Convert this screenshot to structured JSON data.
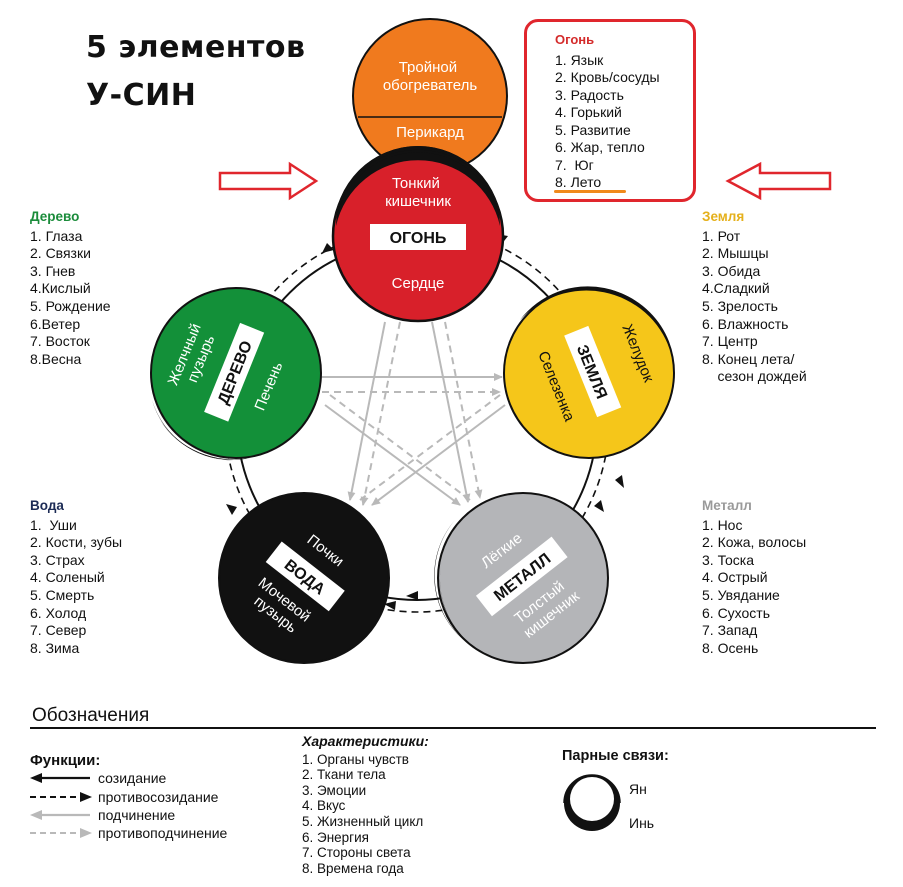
{
  "title": {
    "line1": "5 элементов",
    "line2": "У-СИН"
  },
  "colors": {
    "fire": "#d8202a",
    "fire_top": "#f07a1e",
    "earth": "#f5c61a",
    "metal": "#b4b5b8",
    "water": "#111111",
    "wood": "#139039",
    "fire_box": "#e0262d",
    "fire_heading": "#d42b2b",
    "earth_heading": "#e5b01b",
    "wood_heading": "#1b8c3b",
    "water_heading": "#1c2b55",
    "metal_heading": "#9a9a9a",
    "arrow_red": "#e0262d",
    "solid_arrow": "#111111",
    "gray_arrow": "#b9b9b9"
  },
  "elements": {
    "fire": {
      "label": "ОГОНЬ",
      "yang": "Тонкий кишечник",
      "yin": "Сердце"
    },
    "top": {
      "upper": "Тройной обогреватель",
      "lower": "Перикард"
    },
    "earth": {
      "label": "ЗЕМЛЯ",
      "yang": "Желудок",
      "yin": "Селезенка"
    },
    "metal": {
      "label": "МЕТАЛЛ",
      "yang": "Толстый кишечник",
      "yin": "Лёгкие"
    },
    "water": {
      "label": "ВОДА",
      "yang": "Мочевой пузырь",
      "yin": "Почки"
    },
    "wood": {
      "label": "ДЕРЕВО",
      "yang": "Желчный пузырь",
      "yin": "Печень"
    }
  },
  "lists": {
    "fire": {
      "heading": "Огонь",
      "items": [
        "1. Язык",
        "2. Кровь/сосуды",
        "3. Радость",
        "4. Горький",
        "5. Развитие",
        "6. Жар, тепло",
        "7.  Юг",
        "8. Лето"
      ]
    },
    "wood": {
      "heading": "Дерево",
      "items": [
        "1. Глаза",
        "2. Связки",
        "3. Гнев",
        "4.Кислый",
        "5. Рождение",
        "6.Ветер",
        "7. Восток",
        "8.Весна"
      ]
    },
    "earth": {
      "heading": "Земля",
      "items": [
        "1. Рот",
        "2. Мышцы",
        "3. Обида",
        "4.Сладкий",
        "5. Зрелость",
        "6. Влажность",
        "7. Центр",
        "8. Конец лета/",
        "    сезон дождей"
      ]
    },
    "water": {
      "heading": "Вода",
      "items": [
        "1.  Уши",
        "2. Кости, зубы",
        "3. Страх",
        "4. Соленый",
        "5. Смерть",
        "6. Холод",
        "7. Север",
        "8. Зима"
      ]
    },
    "metal": {
      "heading": "Металл",
      "items": [
        "1. Нос",
        "2. Кожа, волосы",
        "3. Тоска",
        "4. Острый",
        "5. Увядание",
        "6. Сухость",
        "7. Запад",
        "8. Осень"
      ]
    }
  },
  "legend": {
    "title": "Обозначения",
    "functions": {
      "title": "Функции:",
      "items": [
        "созидание",
        "противосозидание",
        "подчинение",
        "противоподчинение"
      ]
    },
    "characteristics": {
      "title": "Характеристики:",
      "items": [
        "1. Органы чувств",
        "2. Ткани тела",
        "3. Эмоции",
        "4. Вкус",
        "5. Жизненный цикл",
        "6. Энергия",
        "7. Стороны света",
        "8. Времена года"
      ]
    },
    "pairs": {
      "title": "Парные связи:",
      "yang": "Ян",
      "yin": "Инь"
    }
  }
}
